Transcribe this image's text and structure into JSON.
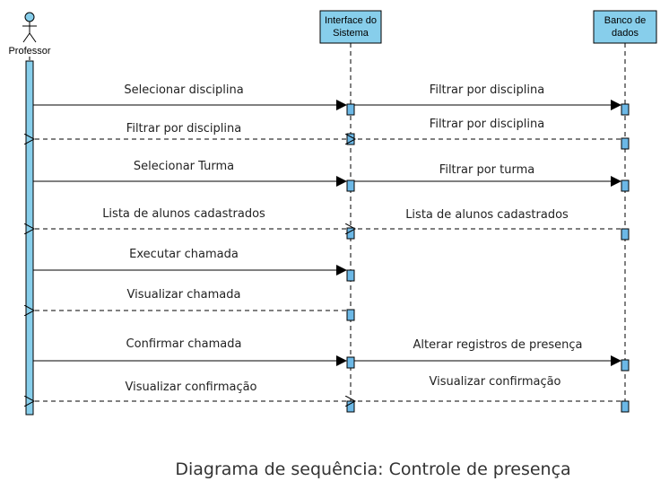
{
  "colors": {
    "fill": "#87CEEB",
    "stroke": "#000000",
    "activation_fill": "#6CB8E6"
  },
  "diagram": {
    "actor": {
      "label": "Professor",
      "icon": "stick-figure-icon"
    },
    "participants": [
      {
        "label_line1": "Interface do",
        "label_line2": "Sistema"
      },
      {
        "label_line1": "Banco de",
        "label_line2": "dados"
      }
    ],
    "messages": [
      {
        "label": "Selecionar disciplina",
        "from": "professor",
        "to": "interface",
        "kind": "call"
      },
      {
        "label": "Filtrar por disciplina",
        "from": "interface",
        "to": "banco",
        "kind": "call"
      },
      {
        "label": "Filtrar por disciplina",
        "from": "interface",
        "to": "professor",
        "kind": "return"
      },
      {
        "label": "Filtrar por disciplina",
        "from": "banco",
        "to": "interface",
        "kind": "return"
      },
      {
        "label": "Selecionar Turma",
        "from": "professor",
        "to": "interface",
        "kind": "call"
      },
      {
        "label": "Filtrar por turma",
        "from": "interface",
        "to": "banco",
        "kind": "call"
      },
      {
        "label": "Lista de alunos cadastrados",
        "from": "interface",
        "to": "professor",
        "kind": "return"
      },
      {
        "label": "Lista de alunos cadastrados",
        "from": "banco",
        "to": "interface",
        "kind": "return"
      },
      {
        "label": "Executar chamada",
        "from": "professor",
        "to": "interface",
        "kind": "call"
      },
      {
        "label": "Visualizar chamada",
        "from": "interface",
        "to": "professor",
        "kind": "return"
      },
      {
        "label": "Confirmar chamada",
        "from": "professor",
        "to": "interface",
        "kind": "call"
      },
      {
        "label": "Alterar registros de presença",
        "from": "interface",
        "to": "banco",
        "kind": "call"
      },
      {
        "label": "Visualizar confirmação",
        "from": "interface",
        "to": "professor",
        "kind": "return"
      },
      {
        "label": "Visualizar confirmação",
        "from": "banco",
        "to": "interface",
        "kind": "return"
      }
    ]
  },
  "caption": "Diagrama de sequência: Controle de presença"
}
